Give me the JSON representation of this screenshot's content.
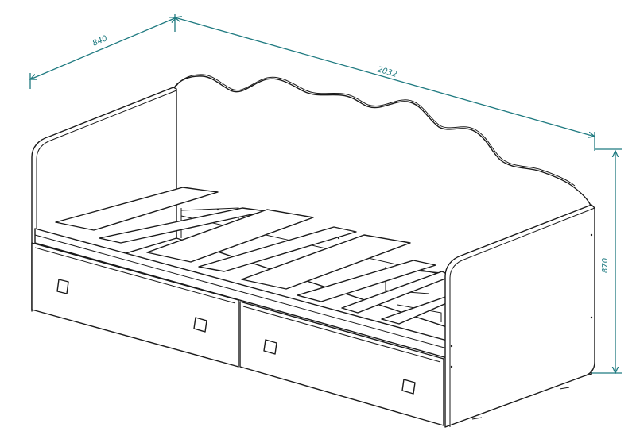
{
  "colors": {
    "dimension": "#1f7a80",
    "ink": "#1a1a1a"
  },
  "dimensions": {
    "depth": "840",
    "length": "2032",
    "height": "870"
  }
}
